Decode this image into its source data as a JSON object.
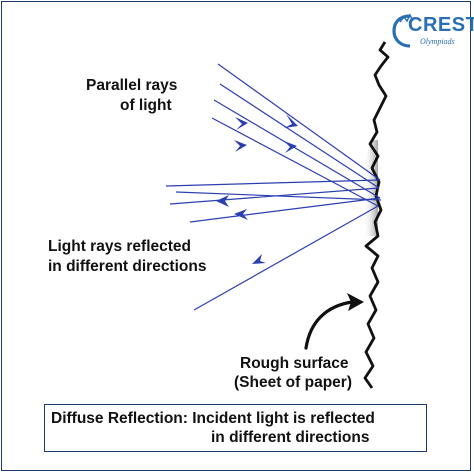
{
  "logo": {
    "name": "CREST",
    "tagline": "Olympiads"
  },
  "labels": {
    "incident_line1": "Parallel rays",
    "incident_line2": "of light",
    "reflected_line1": "Light rays reflected",
    "reflected_line2": "in different directions",
    "surface_line1": "Rough surface",
    "surface_line2": "(Sheet of paper)"
  },
  "caption": {
    "line1": "Diffuse Reflection: Incident light is reflected",
    "line2": "in different directions"
  },
  "colors": {
    "ray": "#2b3fb0",
    "frame": "#1a3a6b",
    "logo": "#2a6fb3",
    "surface_shadow": "#bdbdbd"
  }
}
